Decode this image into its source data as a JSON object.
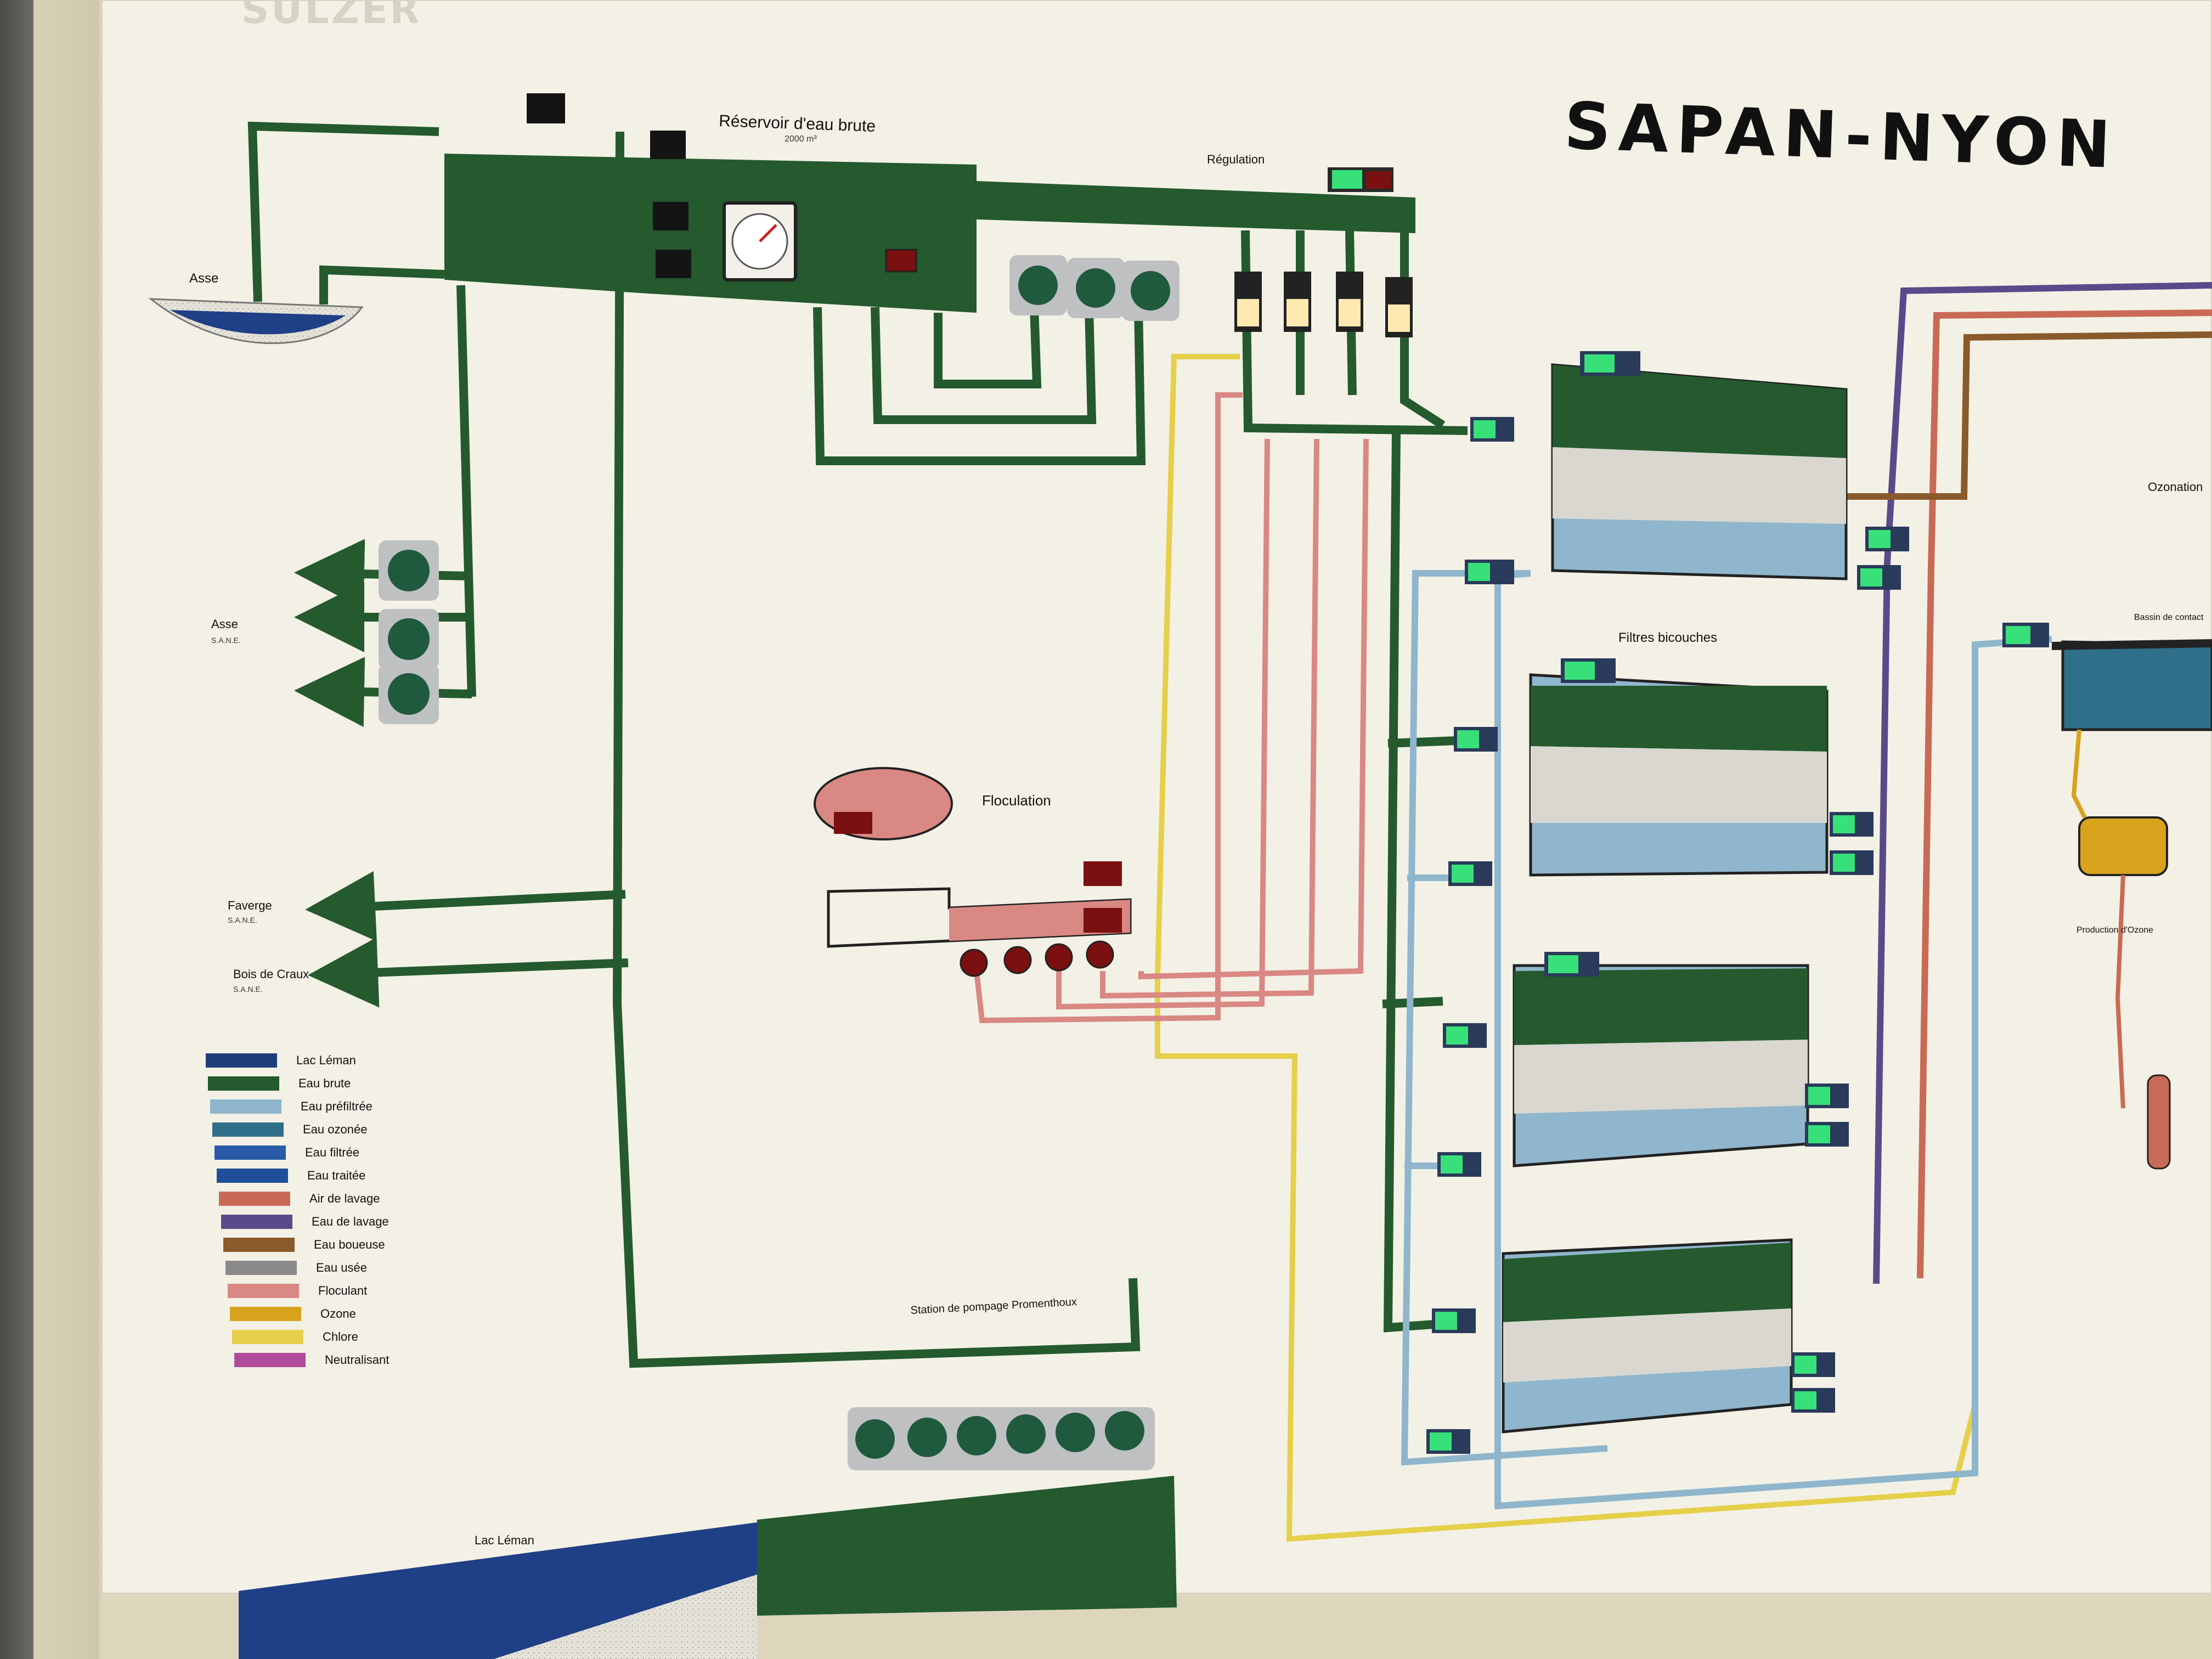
{
  "brand": "SULZER",
  "title": "SAPAN-NYON",
  "labels": {
    "reservoir": "Réservoir d'eau brute",
    "reservoir_capacity": "2000 m³",
    "regulation": "Régulation",
    "asse_top": "Asse",
    "asse_out": "Asse",
    "asse_out_sub": "S.A.N.E.",
    "faverge": "Faverge",
    "faverge_sub": "S.A.N.E.",
    "bois": "Bois de Craux",
    "bois_sub": "S.A.N.E.",
    "floculation": "Floculation",
    "filtres": "Filtres bicouches",
    "station": "Station de pompage Promenthoux",
    "lac": "Lac Léman",
    "ozonation": "Ozonation",
    "bassin_contact": "Bassin de contact",
    "production_ozone": "Production d'Ozone"
  },
  "colors": {
    "eau_brute": "#245a2e",
    "eau_prefiltree": "#8fb6cc",
    "air_lavage": "#c96a56",
    "eau_lavage": "#5a4a8a",
    "eau_boueuse": "#8a5a2a",
    "floculant": "#d98884",
    "chlore": "#e6cf4a",
    "ozone": "#d9a21c",
    "lac": "#1f3f86",
    "indicator_on": "#38e07a",
    "indicator_lamp": "#ffe9b0",
    "panel": "#f3f1e6"
  },
  "legend": [
    {
      "label": "Lac Léman",
      "color": "#1f3f7a"
    },
    {
      "label": "Eau brute",
      "color": "#245a2e"
    },
    {
      "label": "Eau préfiltrée",
      "color": "#8fb6cc"
    },
    {
      "label": "Eau ozonée",
      "color": "#2f6f8a"
    },
    {
      "label": "Eau filtrée",
      "color": "#2a5aa8"
    },
    {
      "label": "Eau traitée",
      "color": "#1f4f9a"
    },
    {
      "label": "Air de lavage",
      "color": "#c96a56"
    },
    {
      "label": "Eau de lavage",
      "color": "#5a4a8a"
    },
    {
      "label": "Eau boueuse",
      "color": "#8a5a2a"
    },
    {
      "label": "Eau usée",
      "color": "#8a8a8a"
    },
    {
      "label": "Floculant",
      "color": "#d98884"
    },
    {
      "label": "Ozone",
      "color": "#d9a21c"
    },
    {
      "label": "Chlore",
      "color": "#e6cf4a"
    },
    {
      "label": "Neutralisant",
      "color": "#b04c9a"
    }
  ]
}
